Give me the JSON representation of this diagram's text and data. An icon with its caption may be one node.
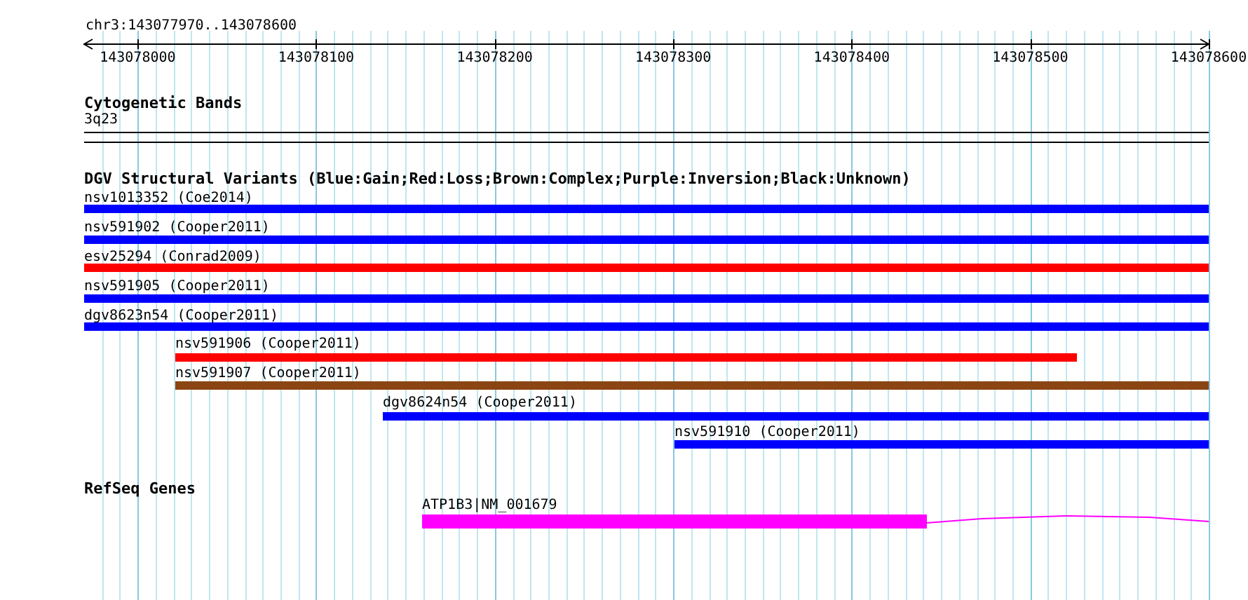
{
  "diagram": {
    "nodes": [
      {
        "text": [
          "nsv1013352 (Coe2014)"
        ]
      },
      {
        "text": [
          "nsv591902 (Cooper2011)"
        ]
      },
      {
        "text": [
          "esv25294 (Conrad2009)"
        ]
      },
      {
        "text": [
          "nsv591905 (Cooper2011)"
        ]
      },
      {
        "text": [
          "dgv8623n54 (Cooper2011)"
        ]
      },
      {
        "text": [
          "nsv591906 (Cooper2011)"
        ]
      },
      {
        "text": [
          "nsv591907 (Cooper2011)"
        ]
      },
      {
        "text": [
          "dgv8624n54 (Cooper2011)"
        ]
      },
      {
        "text": [
          "nsv591910 (Cooper2011)"
        ]
      },
      {
        "text": [
          "ATP1B3|NM_001679"
        ]
      }
    ],
    "labels": [
      "chr3:143077970..143078600",
      "143078000",
      "143078100",
      "143078200",
      "143078300",
      "143078400",
      "143078500",
      "143078600",
      "Cytogenetic Bands",
      "3q23",
      "DGV Structural Variants (Blue:Gain;Red:Loss;Brown:Complex;Purple:Inversion;Black:Unknown)",
      "RefSeq Genes"
    ]
  }
}
